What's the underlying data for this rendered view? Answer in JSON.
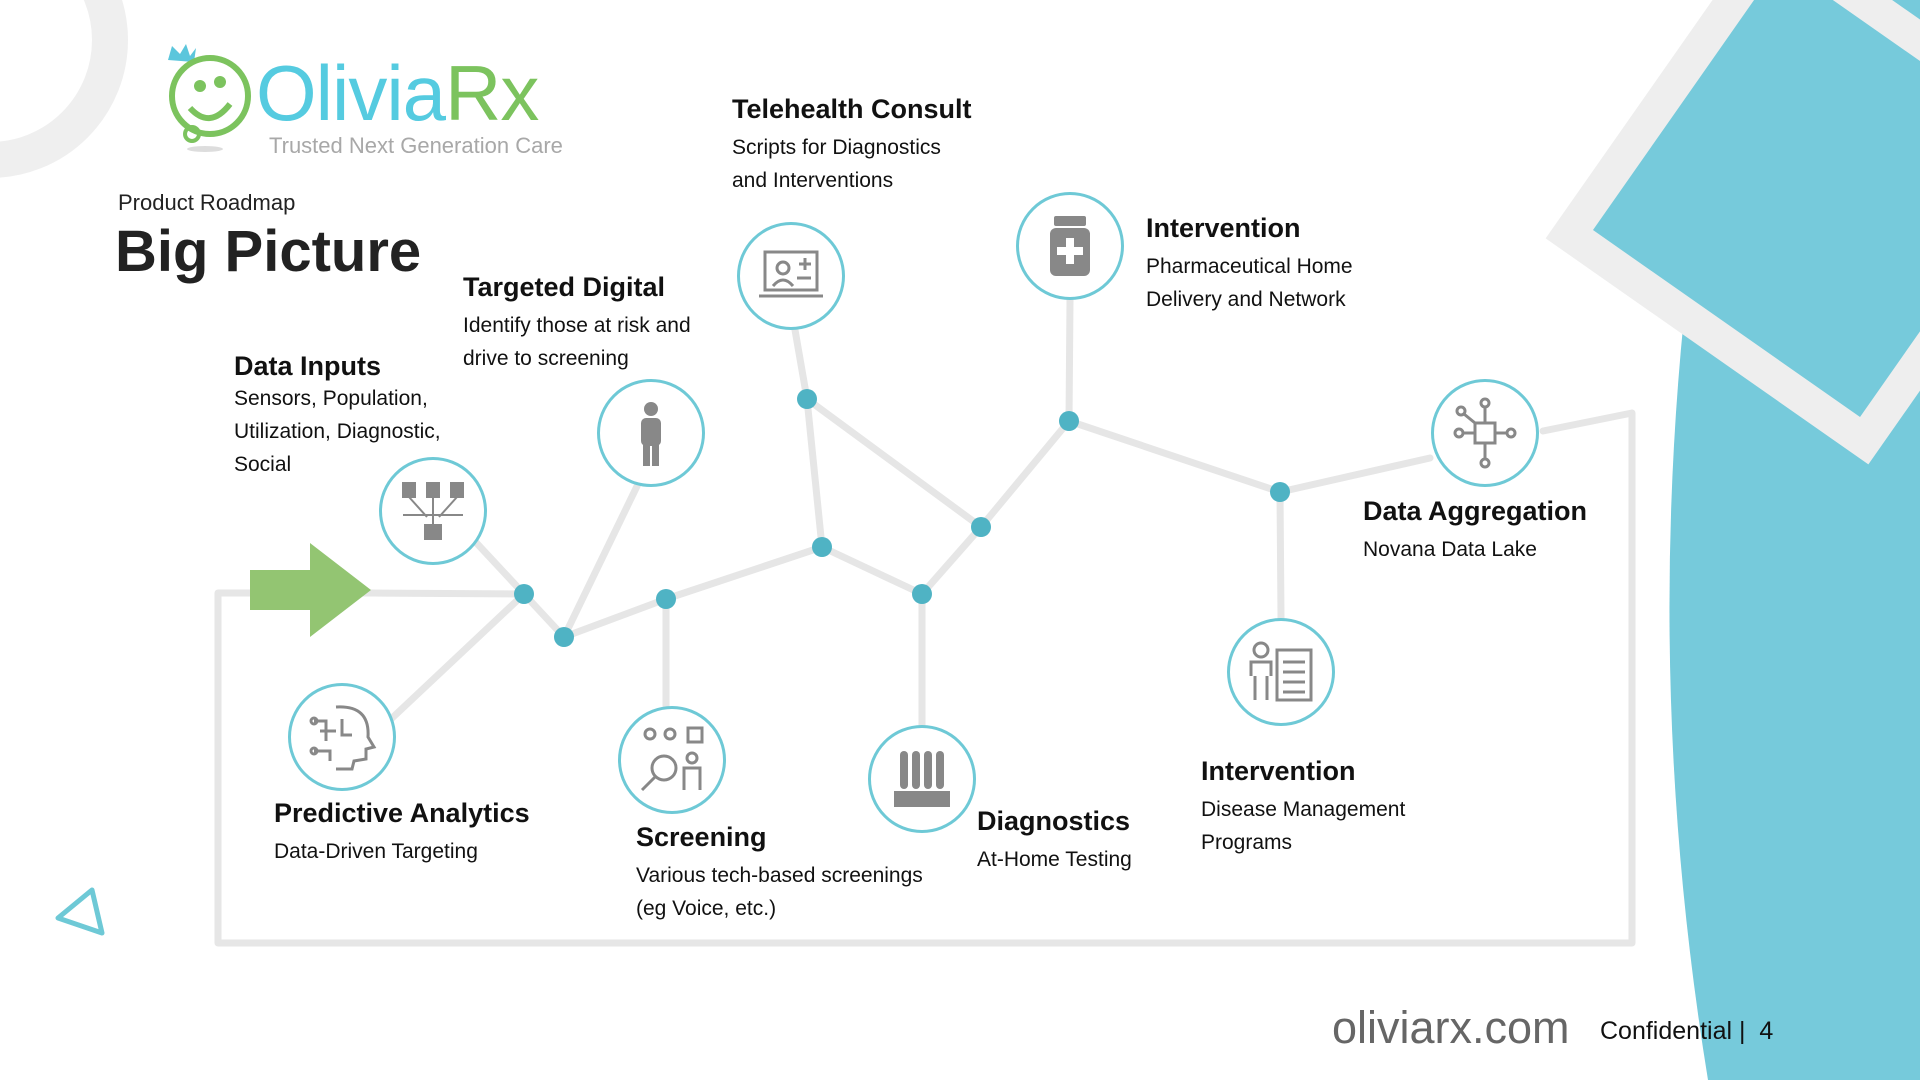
{
  "logo": {
    "name_part1": "Olivia",
    "name_part2": "Rx",
    "tagline": "Trusted Next Generation Care"
  },
  "header": {
    "subtitle": "Product Roadmap",
    "title": "Big Picture"
  },
  "nodes": {
    "data_inputs": {
      "title": "Data Inputs",
      "lines": [
        "Sensors, Population,",
        "Utilization, Diagnostic,",
        "Social"
      ]
    },
    "targeted_digital": {
      "title": "Targeted Digital",
      "lines": [
        "Identify those at risk and",
        "drive to screening"
      ]
    },
    "telehealth": {
      "title": "Telehealth Consult",
      "lines": [
        "Scripts for Diagnostics",
        "and Interventions"
      ]
    },
    "intervention_pharma": {
      "title": "Intervention",
      "lines": [
        "Pharmaceutical Home",
        "Delivery and Network"
      ]
    },
    "data_aggregation": {
      "title": "Data Aggregation",
      "lines": [
        "Novana Data Lake"
      ]
    },
    "intervention_disease": {
      "title": "Intervention",
      "lines": [
        "Disease Management",
        "Programs"
      ]
    },
    "diagnostics": {
      "title": "Diagnostics",
      "lines": [
        "At-Home Testing"
      ]
    },
    "screening": {
      "title": "Screening",
      "lines": [
        "Various tech-based screenings",
        "(eg Voice, etc.)"
      ]
    },
    "predictive": {
      "title": "Predictive Analytics",
      "lines": [
        "Data-Driven Targeting"
      ]
    }
  },
  "footer": {
    "site": "oliviarx.com",
    "confidential": "Confidential",
    "page": "4"
  },
  "colors": {
    "accent": "#4fb3c4",
    "cyan": "#76cadb",
    "green": "#93c572",
    "line": "#e6e6e6"
  }
}
